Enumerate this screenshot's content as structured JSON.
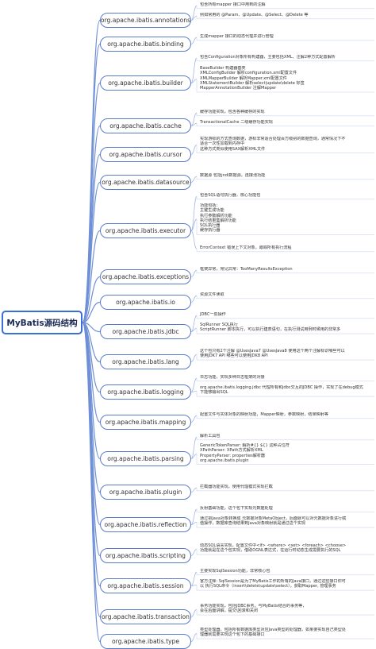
{
  "root": {
    "label": "MyBatis源码结构"
  },
  "packages": [
    {
      "name": "org.apache.ibatis.annotations",
      "notes": [
        "包含所有mapper 接口中用到的注解",
        "例如常用的 @Param、@Update、@Select、@Delete 等"
      ]
    },
    {
      "name": "org.apache.ibatis.binding",
      "notes": [
        "生成mapper 接口的动态代理并进行管理"
      ]
    },
    {
      "name": "org.apache.ibatis.builder",
      "notes": [
        "包含Configuration对象所有构建器，主要包括XML、注解2种方式配置解析",
        "BaseBuilder 构建器基类\nXMLConfigBuilder 解析configuration.xml配置文件\nXMLMapperBuilder 解析Mapper.xml配置文件\nXMLStatementBuilder 解析select|update\\delete 标签\nMapperAnnotationBuilder 注解Mapper"
      ]
    },
    {
      "name": "org.apache.ibatis.cache",
      "notes": [
        "缓存功能实现，包含各种缓存的实现",
        "TransactionalCache 二级缓存功能实现"
      ]
    },
    {
      "name": "org.apache.ibatis.cursor",
      "notes": [
        "实现游标的方式查询数据，游标非常适合处理百万级别的数据查询，通常情况下不\n适合一次性加载到内存中\n这种方式类似使用SAX解析XML文件"
      ]
    },
    {
      "name": "org.apache.ibatis.datasource",
      "notes": [
        "数据源 包括jndi数据源，连接池功能"
      ]
    },
    {
      "name": "org.apache.ibatis.executor",
      "notes": [
        "包含SQL语句执行器，核心功能包",
        "功能包括：\n主键生成功能\n执行参数解析功能\n执行结果集解析功能\nSQL执行器\n缓存执行器",
        "ErrorContext 错误上下文对象，跟踪所有执行流程"
      ]
    },
    {
      "name": "org.apache.ibatis.exceptions",
      "notes": [
        "框架异常，常见异常：TooManyResultsException"
      ]
    },
    {
      "name": "org.apache.ibatis.io",
      "notes": [
        "资源文件读取"
      ]
    },
    {
      "name": "org.apache.ibatis.jdbc",
      "notes": [
        "JDBC一些操作",
        "SqlRunner SQL执行\nScriptRunner 脚本执行，可以执行建表语句，在执行测试用例时候用的非常多"
      ]
    },
    {
      "name": "org.apache.ibatis.lang",
      "notes": [
        "这个包只有2个注解 @UsesJava7 @UsesJava8 使用这个两个注解标识哪些可以\n使用JDK7 API 哪些可以使用JDK8 API"
      ]
    },
    {
      "name": "org.apache.ibatis.logging",
      "notes": [
        "日志功能，实现多种日志框架的对接",
        "org.apache.ibatis.logging.jdbc 代理所有和jdbc交互的JDBC 操作，实现了在debug模式\n下能够输出SQL"
      ]
    },
    {
      "name": "org.apache.ibatis.mapping",
      "notes": [
        "配置文件与实体对象的映射功能，Mapper映射，参数映射，结果映射等"
      ]
    },
    {
      "name": "org.apache.ibatis.parsing",
      "notes": [
        "解析工具包",
        "GenericTokenParser: 解析#{} ${} 这种占位符\nXPathParser: XPath方式解析XML\nPropertyParser: properties解析器\norg.apache.ibatis.plugin"
      ]
    },
    {
      "name": "org.apache.ibatis.plugin",
      "notes": [
        "拦截器功能实现，使用代理模式实现拦截"
      ]
    },
    {
      "name": "org.apache.ibatis.reflection",
      "notes": [
        "反射基础功能，这个包下实现元数据处理",
        "通过把Java对象转换成 元数据对象MetaObject，后面就可以对元数据对象进行赋\n值操作，数据库查询结果到Java对象映射就是通过这个实现"
      ]
    },
    {
      "name": "org.apache.ibatis.scripting",
      "notes": [
        "动态SQL语言实现，配置文件中<if> <where> <set> <foreach> <choose>\n功能就是在这个包实现，借助OGNL表达式，在运行时动态生成需要执行的SQL"
      ]
    },
    {
      "name": "org.apache.ibatis.session",
      "notes": [
        "主要实现SqlSession功能，非常核心包",
        "官方注释: SqlSession是为了MyBatis工作的所有的Java接口，通过这些接口你可\n以 执行SQL命令（insert\\delete\\update\\select），获取Mapper, 管理事务"
      ]
    },
    {
      "name": "org.apache.ibatis.transaction",
      "notes": [
        "事务功能实现，包括JDBC事务，与MyBatis结合的事务等，\n会在后面讲解，提交\\回滚和关闭"
      ]
    },
    {
      "name": "org.apache.ibatis.type",
      "notes": [
        "类型处理器，包括所有数据库类型对应Java类型的处理器，如果要实现自己类型处\n理器就需要实现这个包下的基础接口"
      ]
    }
  ]
}
